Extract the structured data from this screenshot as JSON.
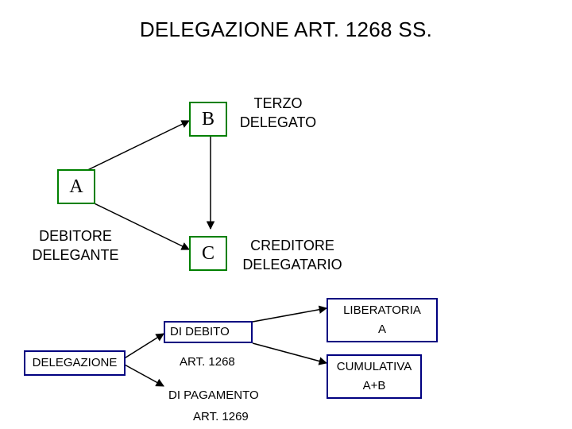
{
  "title": "DELEGAZIONE ART. 1268 SS.",
  "nodes": {
    "a": "A",
    "b": "B",
    "c": "C"
  },
  "labels": {
    "a_line1": "DEBITORE",
    "a_line2": "DELEGANTE",
    "b_line1": "TERZO",
    "b_line2": "DELEGATO",
    "c_line1": "CREDITORE",
    "c_line2": "DELEGATARIO"
  },
  "boxes": {
    "delegazione": "DELEGAZIONE",
    "di_debito": "DI DEBITO",
    "liberatoria_line1": "LIBERATORIA",
    "liberatoria_line2": "A",
    "cumulativa_line1": "CUMULATIVA",
    "cumulativa_line2": "A+B"
  },
  "texts": {
    "art_1268": "ART. 1268",
    "di_pagamento": "DI PAGAMENTO",
    "art_1269": "ART. 1269"
  },
  "colors": {
    "node_border": "#008000",
    "box_border": "#000080",
    "arrow": "#000000"
  }
}
